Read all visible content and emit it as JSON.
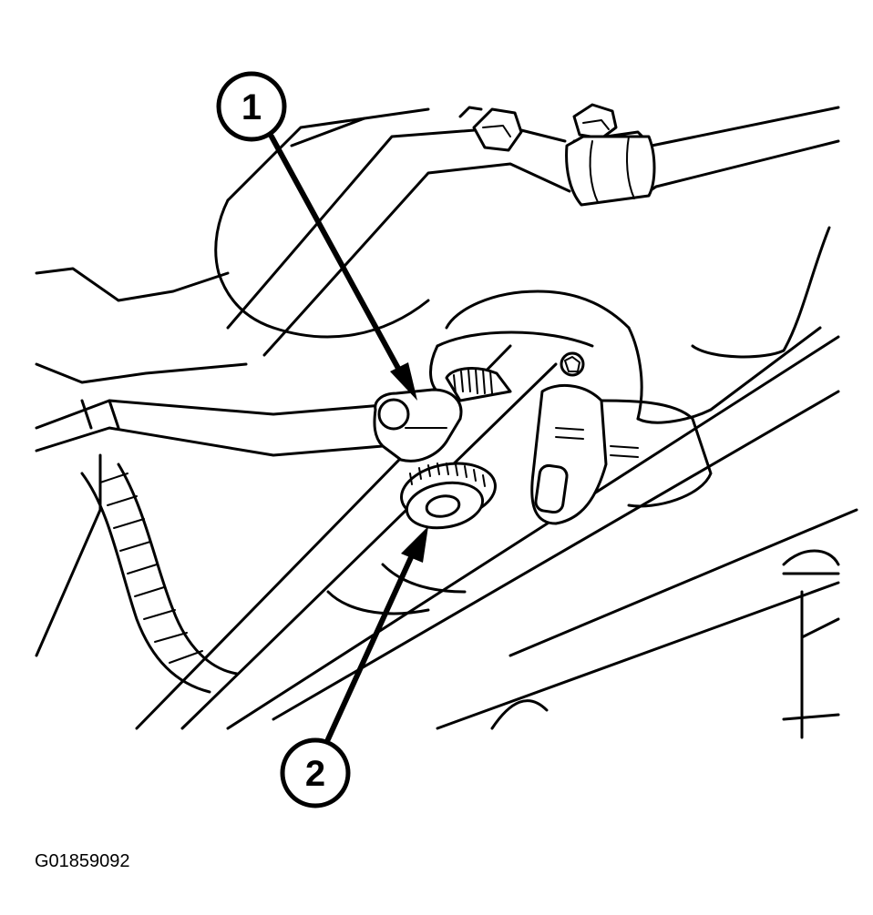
{
  "figure": {
    "id_label": "G01859092"
  },
  "callouts": [
    {
      "number": "1"
    },
    {
      "number": "2"
    }
  ],
  "colors": {
    "line": "#000000",
    "background": "#ffffff"
  }
}
